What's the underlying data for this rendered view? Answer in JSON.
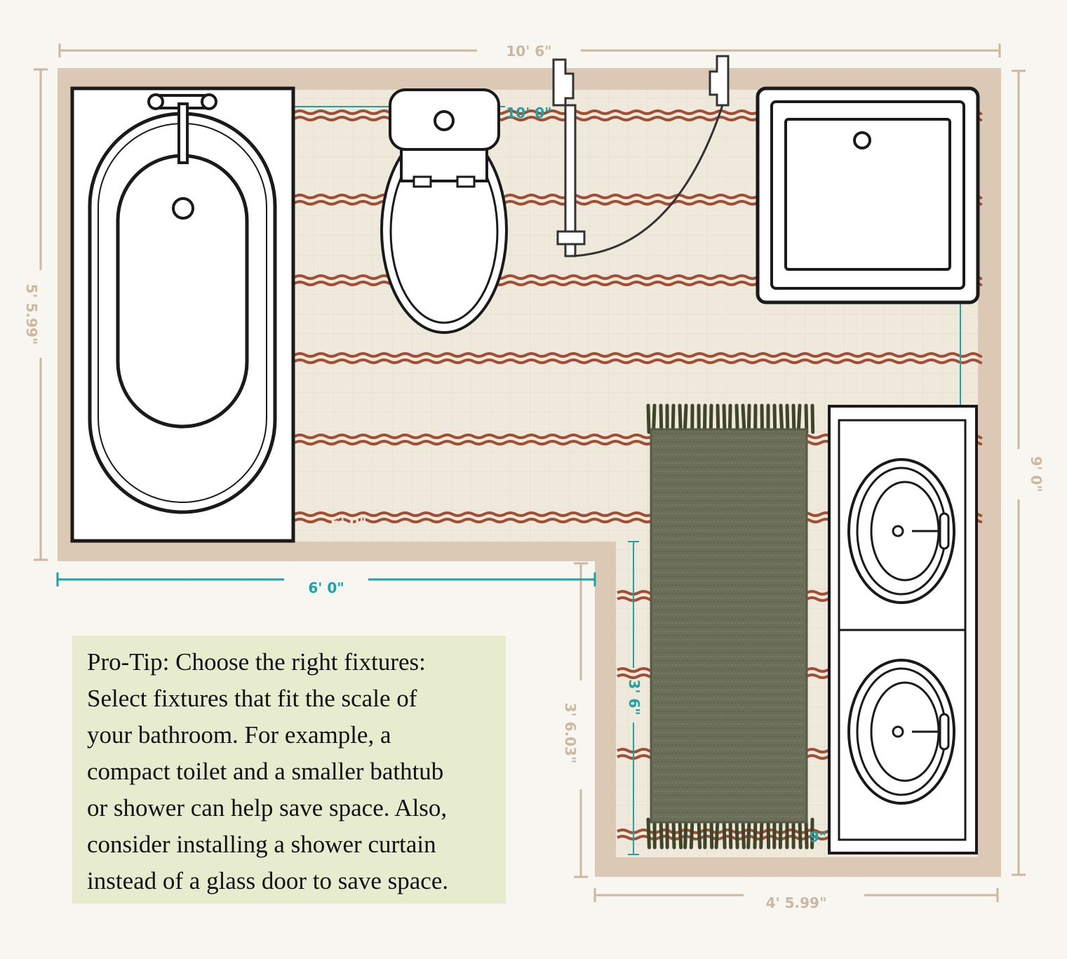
{
  "dimensions": {
    "top_outer": "10' 6\"",
    "top_inner": "10' 0\"",
    "left_outer": "5' 5.99\"",
    "right_outer": "9' 0\"",
    "bottom_left": "6' 0\"",
    "inner_left_floor": "6' 0\"",
    "lower_left_wall": "3' 6.03\"",
    "lower_inner": "3' 6\"",
    "bottom_right": "4' 5.99\"",
    "vanity_partial": "9\""
  },
  "tip": {
    "text": "Pro-Tip: Choose the right fixtures:\nSelect fixtures that fit the scale of\nyour bathroom. For example, a\ncompact toilet and a smaller bathtub\nor shower can help save space. Also,\nconsider installing a shower curtain\ninstead of a glass door to save space."
  },
  "colors": {
    "wall": "#dcc9b5",
    "floor_tile": "#efe9dc",
    "stripe": "#a14f34",
    "tan_dimension": "#cdb79e",
    "teal_dimension": "#1ba3a6",
    "rug": "#6b6e58",
    "rug_fringe": "#3e4528",
    "tip_background": "#e8eccf",
    "fixture_outline": "#1a1a1a"
  },
  "icons": [
    "bathtub-icon",
    "toilet-icon",
    "shower-door-icon",
    "shower-tray-icon",
    "rug-icon",
    "double-vanity-icon",
    "sink-icon"
  ]
}
